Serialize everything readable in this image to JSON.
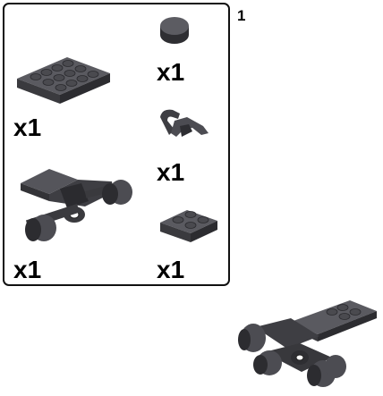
{
  "step": {
    "number": "1"
  },
  "parts": [
    {
      "name": "plate-2x4",
      "qty": "x1"
    },
    {
      "name": "round-tile-1x1",
      "qty": "x1"
    },
    {
      "name": "clip-bracket",
      "qty": "x1"
    },
    {
      "name": "wheel-holder-bogie",
      "qty": "x1"
    },
    {
      "name": "plate-2x2",
      "qty": "x1"
    }
  ],
  "colors": {
    "part": "#4a4a4f",
    "part_light": "#6b6b70",
    "part_dark": "#2e2e32",
    "border": "#111111"
  }
}
